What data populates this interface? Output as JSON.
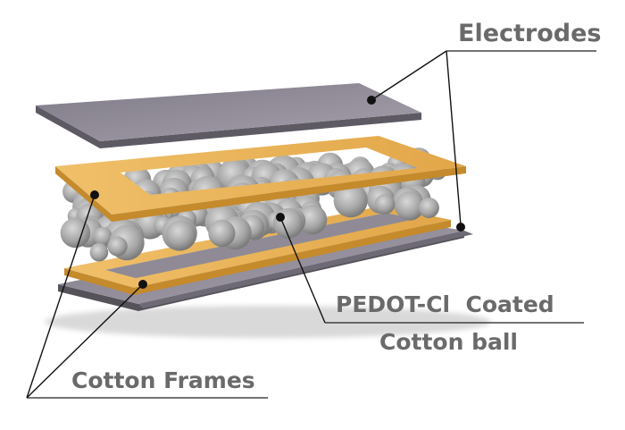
{
  "labels": {
    "electrodes": "Electrodes",
    "coating_line1": "PEDOT-Cl  Coated",
    "coating_line2": "Cotton ball",
    "frames": "Cotton Frames"
  },
  "colors": {
    "electrode_top": "#8c8794",
    "electrode_edge": "#5c5862",
    "frame_top": "#e9b254",
    "frame_edge": "#c88d2e",
    "cotton": "#a9a9a9",
    "label_text": "#6a6a6a"
  }
}
